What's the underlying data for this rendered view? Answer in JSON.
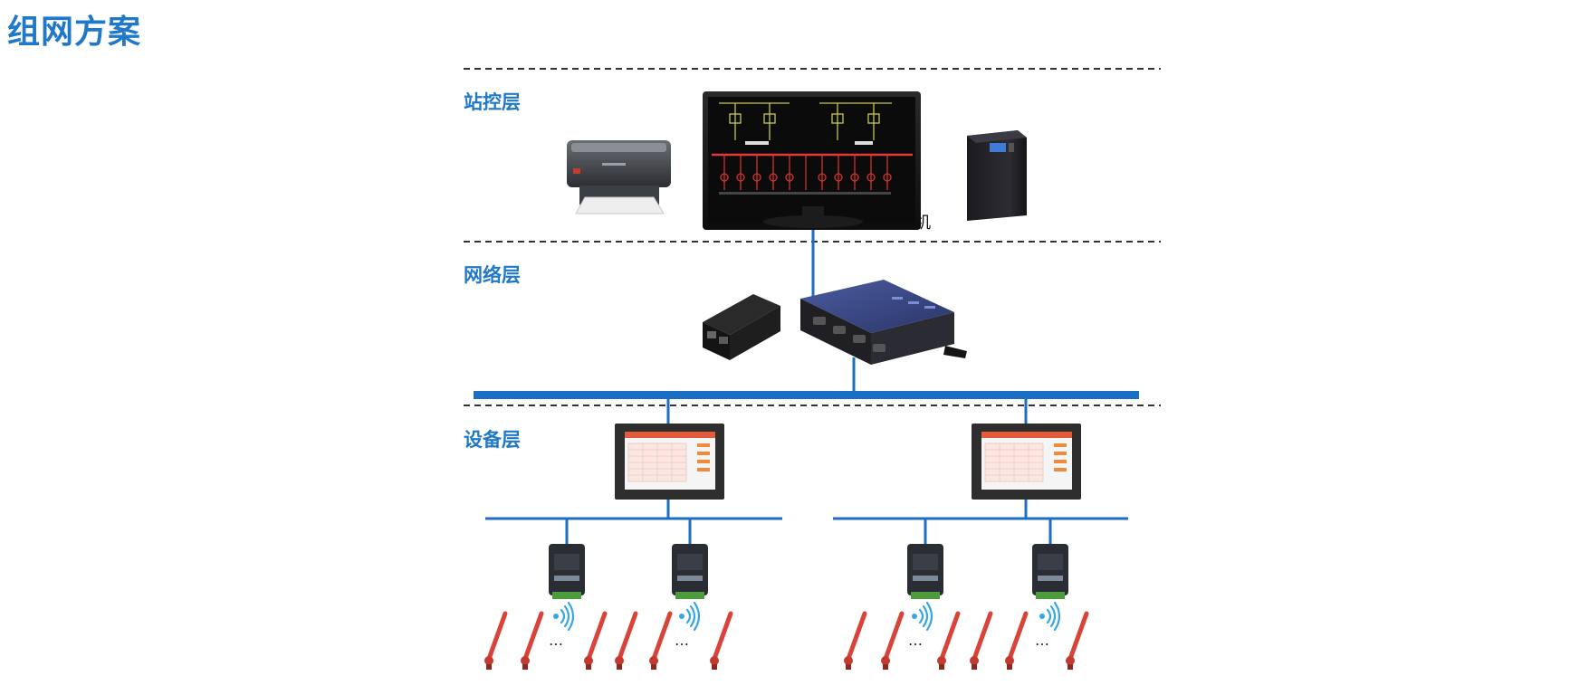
{
  "title": "组网方案",
  "layers": {
    "station": "站控层",
    "network": "网络层",
    "device": "设备层"
  },
  "captions": {
    "monitor_host": "监控主机"
  },
  "ellipsis": "…",
  "colors": {
    "title_blue": "#1f78c8",
    "bus_blue": "#1a6fc4",
    "sensor_red": "#d9443a"
  }
}
